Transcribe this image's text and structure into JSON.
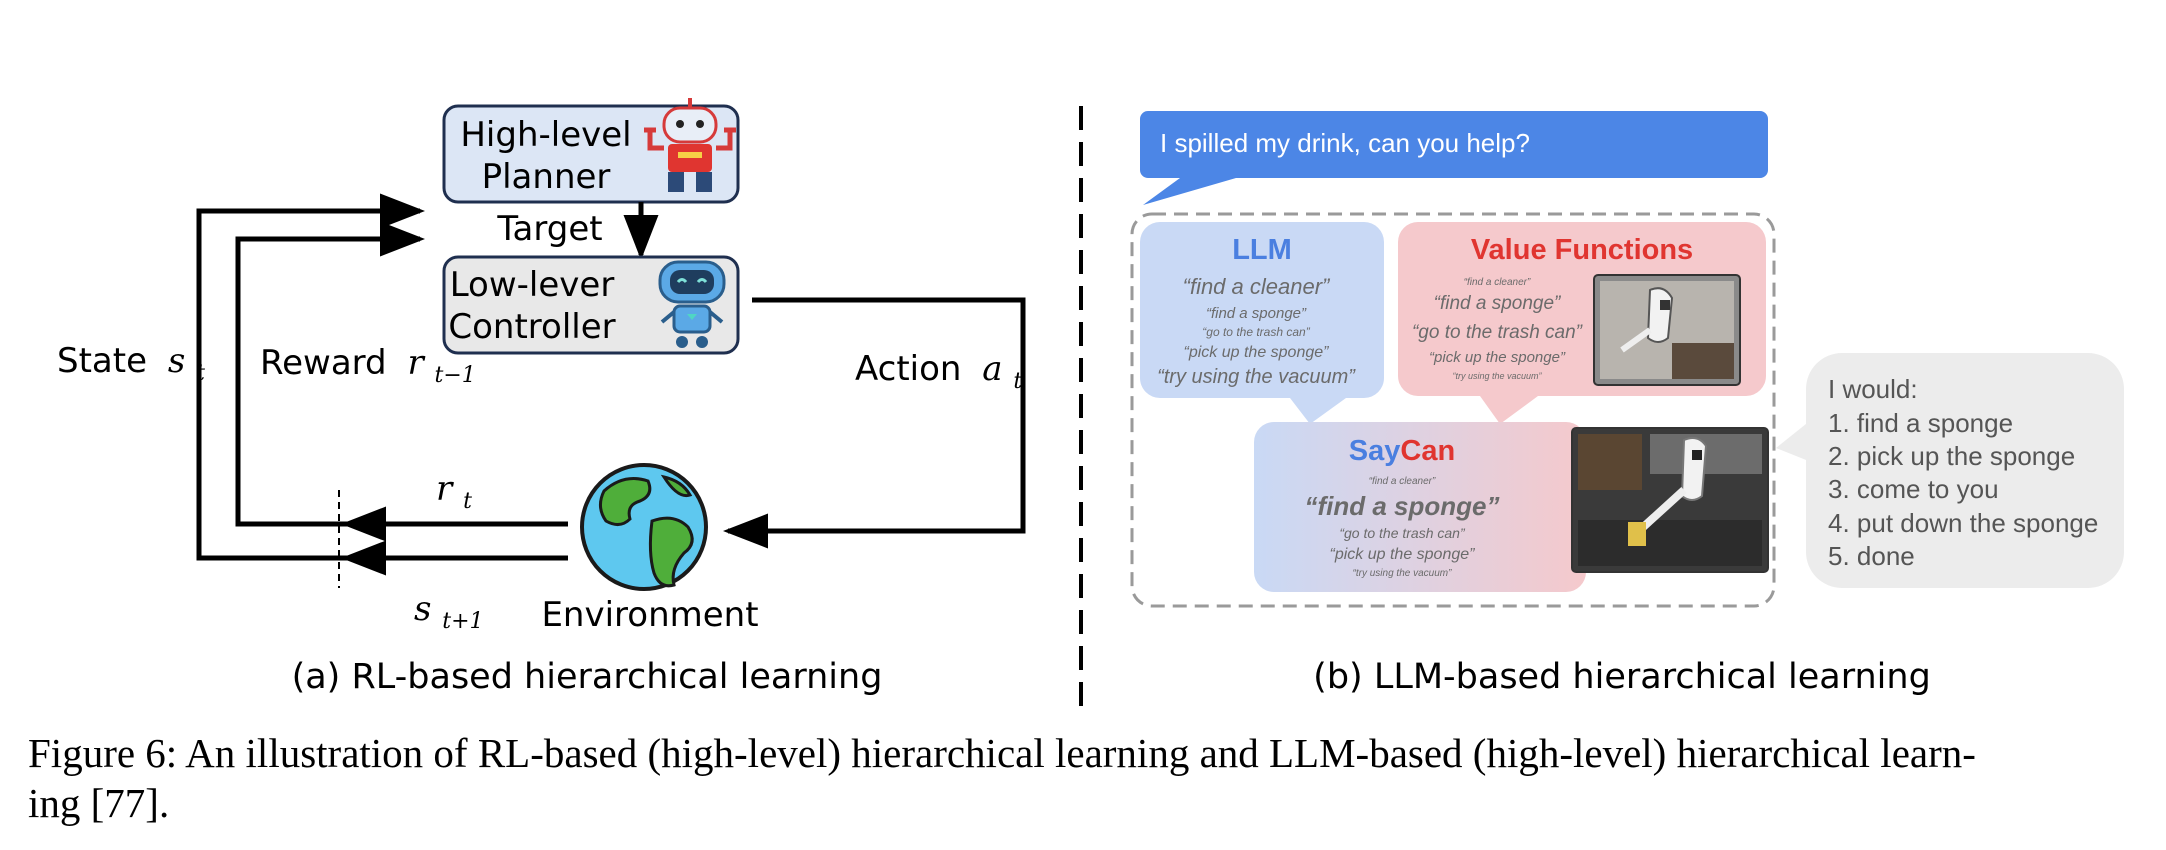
{
  "panel_a": {
    "high_level_label": [
      "High-level",
      "Planner"
    ],
    "target_label": "Target",
    "low_level_label": [
      "Low-lever",
      "Controller"
    ],
    "state_label": "State",
    "state_symbol": "s",
    "state_subscript": "t",
    "reward_label": "Reward",
    "reward_symbol": "r",
    "reward_subscript": "t−1",
    "action_label": "Action",
    "action_symbol": "a",
    "action_subscript": "t",
    "rt_symbol": "r",
    "rt_subscript": "t",
    "st1_symbol": "s",
    "st1_subscript": "t+1",
    "environment_label": "Environment",
    "caption": "(a) RL-based hierarchical learning"
  },
  "panel_b": {
    "prompt": "I spilled my drink, can you help?",
    "llm": {
      "title": "LLM",
      "lines": [
        "“find a cleaner”",
        "“find a sponge”",
        "“go to the trash can”",
        "“pick up the sponge”",
        "“try using the vacuum”"
      ]
    },
    "value_functions": {
      "title": "Value Functions",
      "lines": [
        "“find a cleaner”",
        "“find a sponge”",
        "“go to the trash can”",
        "“pick up the sponge”",
        "“try using the vacuum”"
      ]
    },
    "saycan": {
      "title_say": "Say",
      "title_can": "Can",
      "lines": [
        "“find a cleaner”",
        "“find a sponge”",
        "“go to the trash can”",
        "“pick up the sponge”",
        "“try using the vacuum”"
      ]
    },
    "response": {
      "intro": "I would:",
      "steps": [
        "1. find a sponge",
        "2. pick up the sponge",
        "3. come to you",
        "4. put down the sponge",
        "5. done"
      ]
    },
    "caption": "(b) LLM-based hierarchical learning"
  },
  "figure_caption": {
    "line1": "Figure 6: An illustration of RL-based (high-level) hierarchical learning and LLM-based (high-level) hierarchical learn-",
    "line2": "ing [77]."
  },
  "colors": {
    "planner_fill": "#dce6f5",
    "box_stroke": "#1f2f4f",
    "llm_fill": "#c9d9f5",
    "llm_title": "#4a7fe0",
    "value_fill": "#f5c9cc",
    "value_title": "#e03530",
    "saycan_fill": "#e5d2e3",
    "prompt_fill": "#4c86e6",
    "response_fill": "#ececec"
  }
}
